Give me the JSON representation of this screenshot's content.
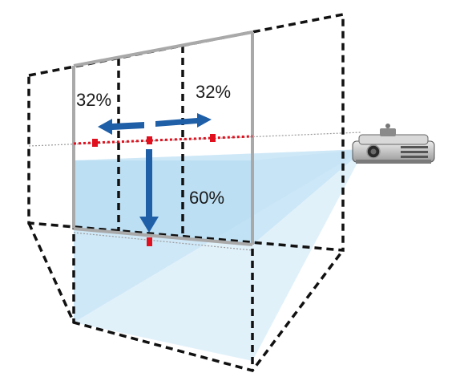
{
  "labels": {
    "shift_left": "32%",
    "shift_right": "32%",
    "shift_down": "60%"
  },
  "colors": {
    "projection_light": "#d6ecf8",
    "projection_mid": "#b9dff4",
    "screen_border": "#a9a9a9",
    "dashed_outline": "#111111",
    "arrow_blue": "#1f5fa8",
    "axis_red": "#e0101e"
  },
  "icons": {
    "projector": "projector-icon"
  }
}
